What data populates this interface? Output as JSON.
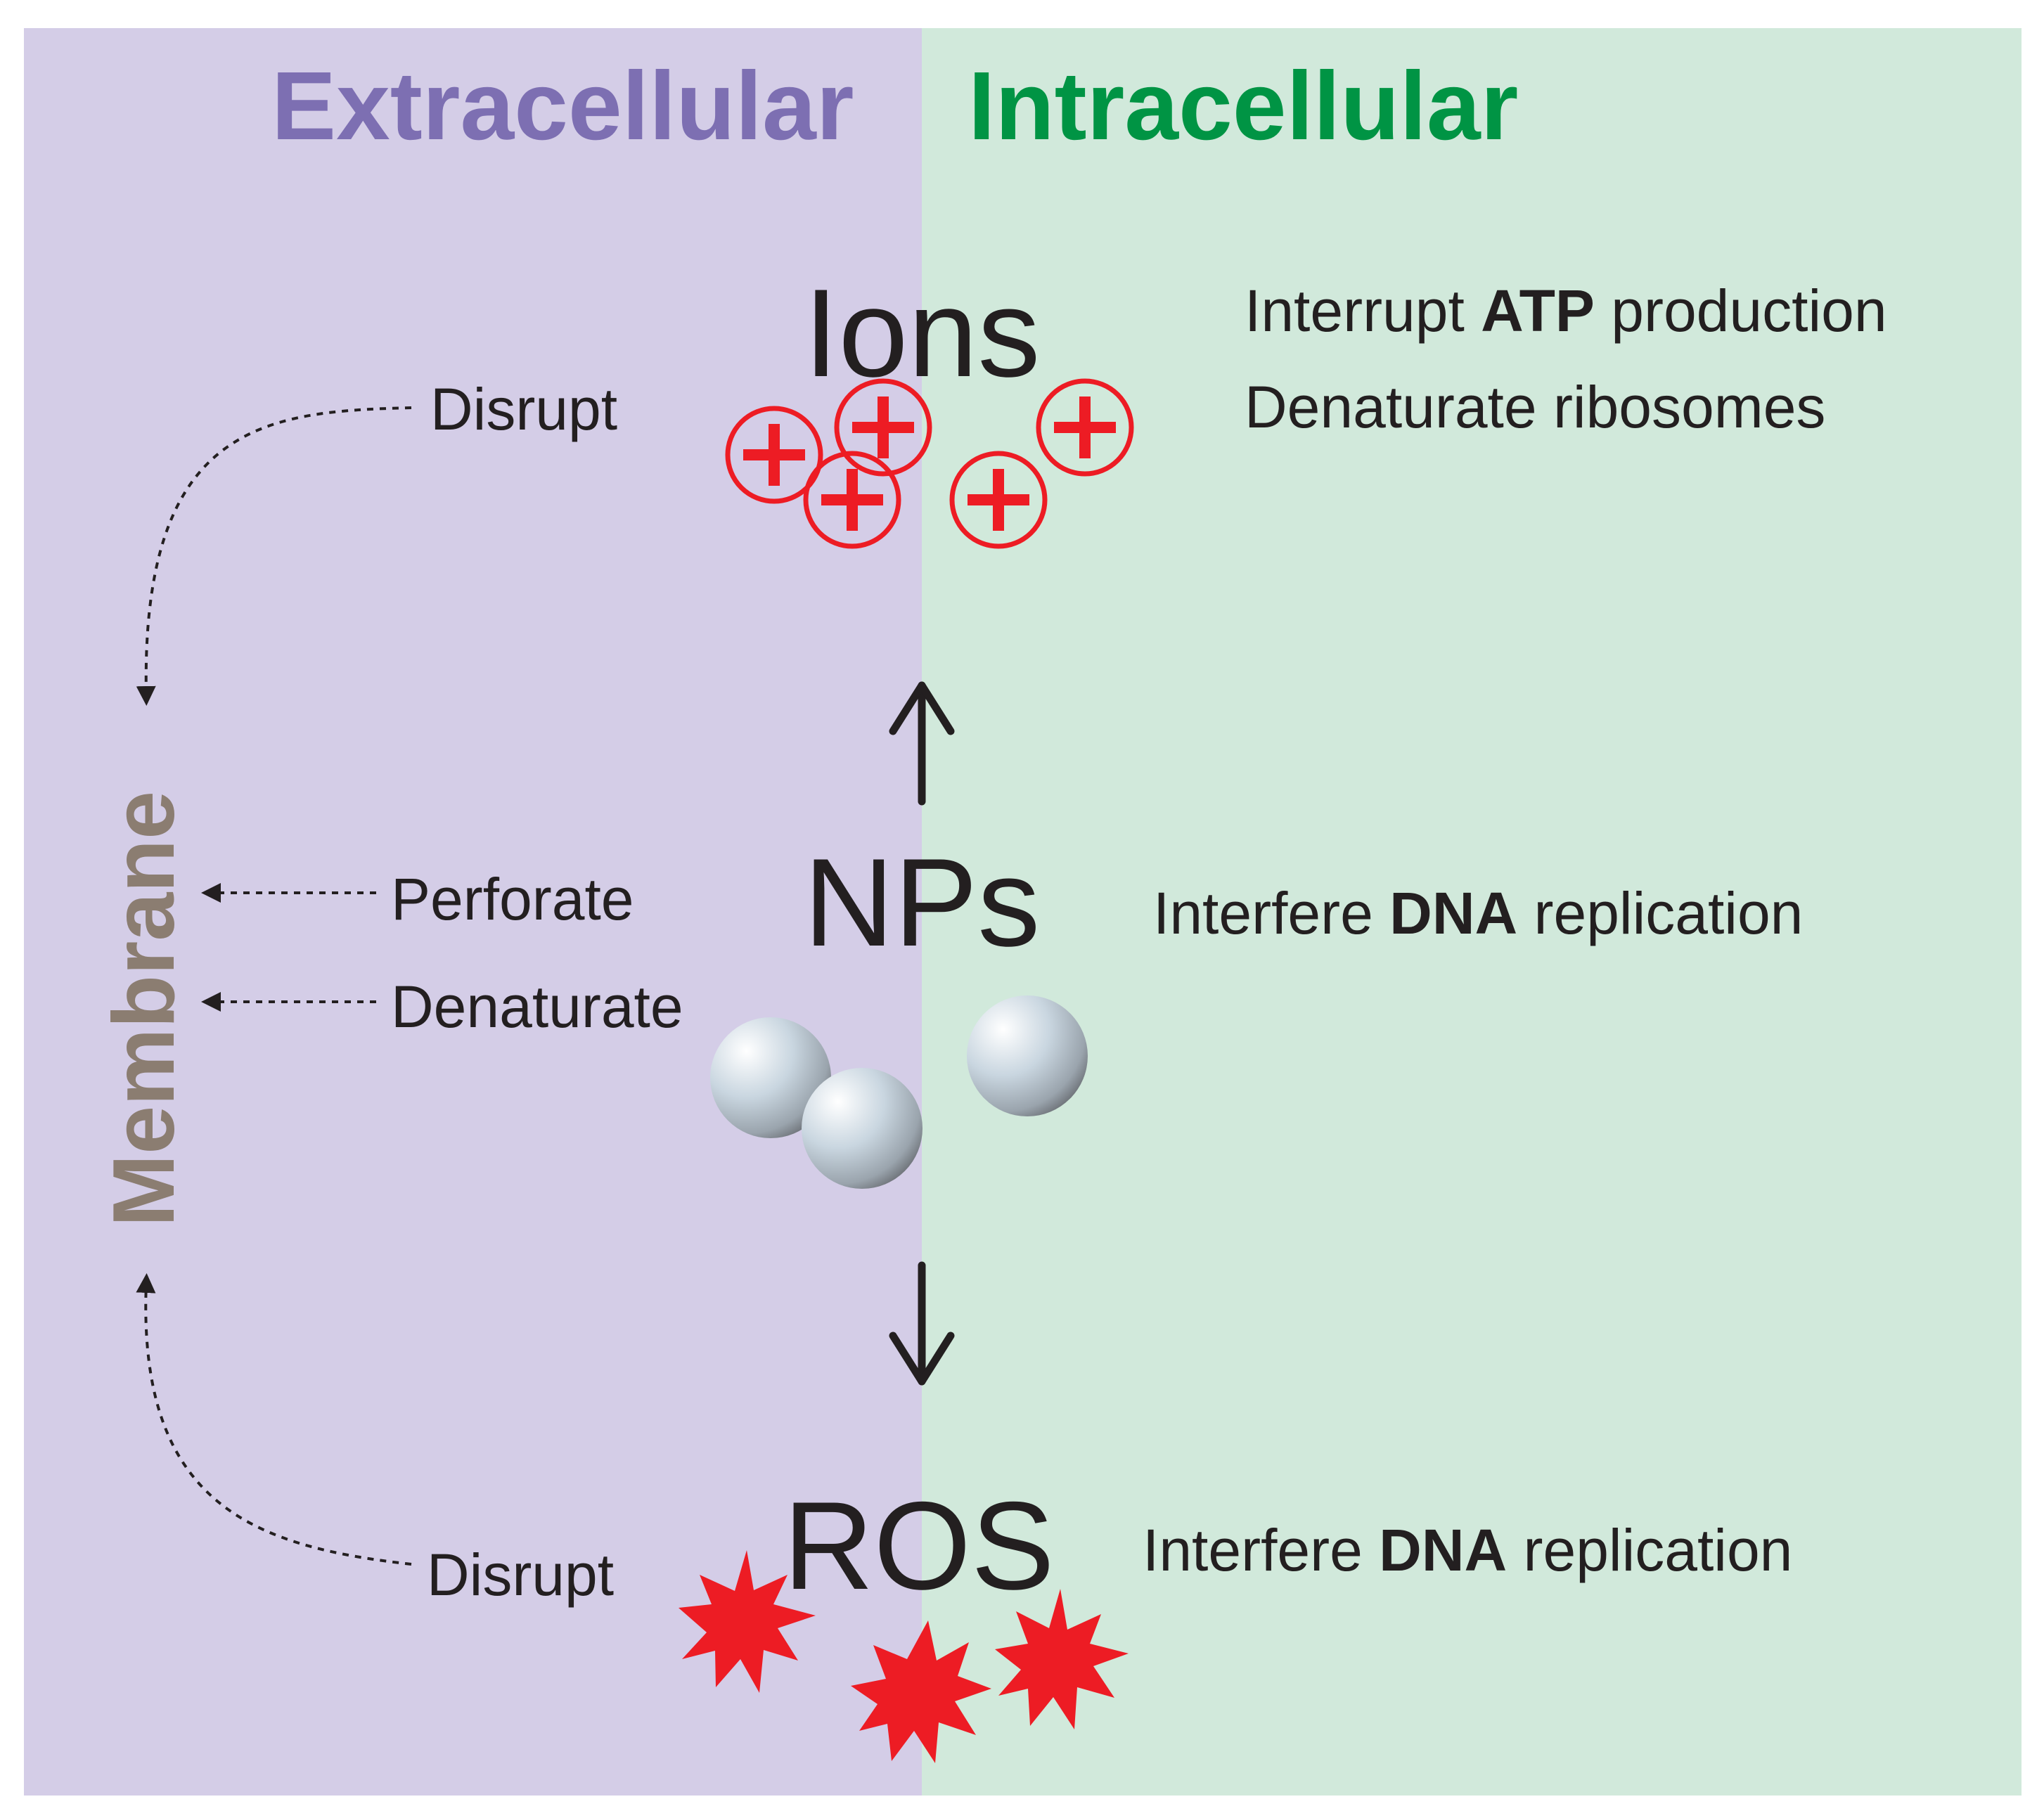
{
  "colors": {
    "extracellular_bg": "#d4cde7",
    "intracellular_bg": "#d1e9db",
    "extracellular_text": "#7d6fb2",
    "intracellular_text": "#009444",
    "membrane_text": "#8b7d71",
    "ion_red": "#ed1c24",
    "ros_red": "#ed1c24",
    "text_dark": "#231f20"
  },
  "headings": {
    "extracellular": "Extracellular",
    "intracellular": "Intracellular"
  },
  "membrane": {
    "label": "Membrane"
  },
  "agents": {
    "ions": "Ions",
    "nps": "NPs",
    "ros": "ROS"
  },
  "actions": {
    "disrupt_top": "Disrupt",
    "perforate": "Perforate",
    "denaturate": "Denaturate",
    "disrupt_bottom": "Disrupt"
  },
  "effects": {
    "ions_1": {
      "prefix": "Interrupt ",
      "bold": "ATP",
      "suffix": " production"
    },
    "ions_2": "Denaturate ribosomes",
    "nps": {
      "prefix": "Interfere ",
      "bold": "DNA",
      "suffix": " replication"
    },
    "ros": {
      "prefix": "Interfere ",
      "bold": "DNA",
      "suffix": " replication"
    }
  },
  "icons": {
    "ion": "plus-circle-icon",
    "nanoparticle": "sphere-icon",
    "ros": "starburst-icon"
  }
}
